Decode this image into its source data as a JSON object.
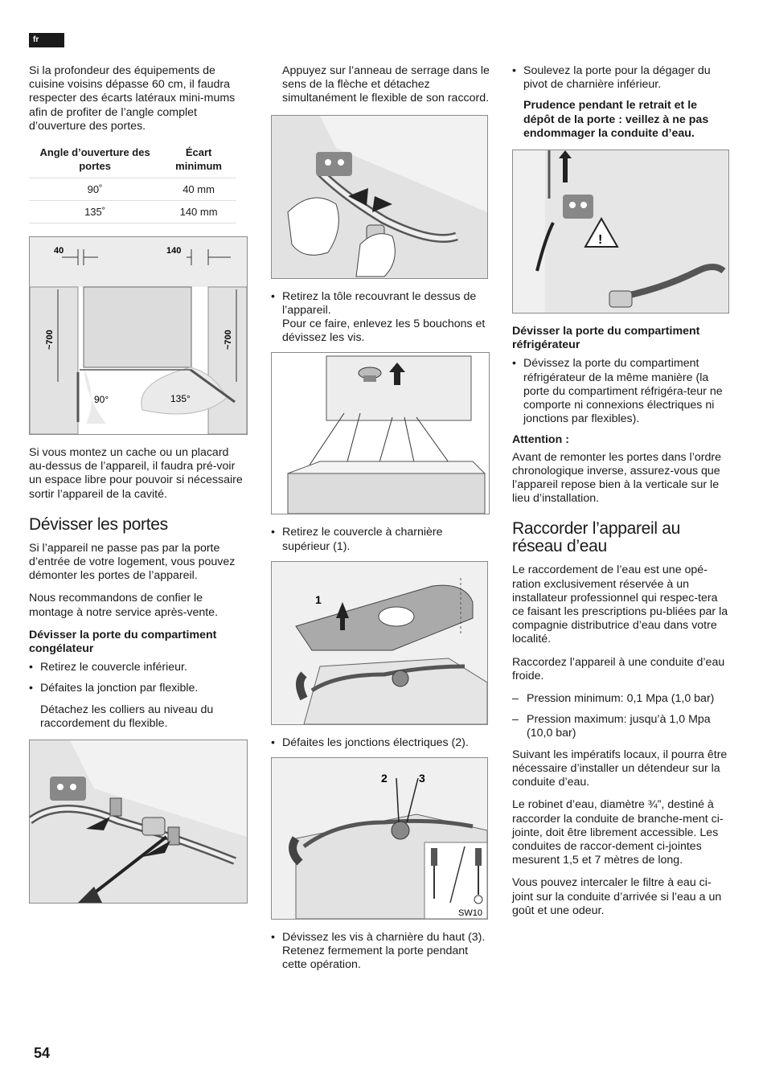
{
  "lang_tag": "fr",
  "page_number": "54",
  "col1": {
    "intro": "Si la profondeur des équipements de cuisine voisins dépasse 60 cm, il faudra respecter des écarts latéraux mini-mums afin de profiter de l’angle complet d’ouverture des portes.",
    "table": {
      "headers": [
        "Angle d’ouverture des portes",
        "Écart minimum"
      ],
      "rows": [
        [
          "90˚",
          "40 mm"
        ],
        [
          "135˚",
          "140 mm"
        ]
      ]
    },
    "fig1_labels": {
      "w1": "40",
      "w2": "140",
      "h1": "~700",
      "h2": "~700",
      "a1": "90°",
      "a2": "135°"
    },
    "para2": "Si vous montez un cache ou un placard au-dessus de l’appareil, il faudra pré-voir un espace libre pour pouvoir si nécessaire sortir l’appareil de la cavité.",
    "h_devisser": "Dévisser les portes",
    "p3": "Si l’appareil ne passe pas par la porte d’entrée de votre logement, vous pouvez démonter les portes de l’appareil.",
    "p4": "Nous recommandons de confier le montage à notre service après-vente.",
    "sub1": "Dévisser la porte du compartiment congélateur",
    "bullets": [
      "Retirez le couvercle inférieur.",
      "Défaites la jonction par flexible."
    ],
    "p5": "Détachez les colliers au niveau du raccordement du flexible."
  },
  "col2": {
    "p1": "Appuyez sur l’anneau de serrage dans le sens de la flèche et détachez simultanément le flexible de son raccord.",
    "b1": "Retirez la tôle recouvrant le dessus de l’appareil.",
    "b1_cont": "Pour ce faire, enlevez les 5 bouchons et dévissez les vis.",
    "b2": "Retirez le couvercle à charnière supérieur (1).",
    "fig_label_1": "1",
    "b3": "Défaites les jonctions électriques (2).",
    "fig_label_2": "2",
    "fig_label_3": "3",
    "fig_label_sw": "SW10",
    "b4": "Dévissez les vis à charnière du haut (3). Retenez fermement la porte pendant cette opération."
  },
  "col3": {
    "b1": "Soulevez la porte pour la dégager du pivot de charnière inférieur.",
    "warn": "Prudence pendant le retrait et le dépôt de la porte : veillez à ne pas endommager la conduite d’eau.",
    "sub1": "Dévisser la porte du compartiment réfrigérateur",
    "b2": "Dévissez la porte du compartiment réfrigérateur de la même manière (la porte du compartiment réfrigéra-teur ne comporte ni connexions électriques ni jonctions par flexibles).",
    "att_label": "Attention :",
    "att_text": "Avant de remonter les portes dans l’ordre chronologique inverse, assurez-vous que l’appareil repose bien à la verticale sur le lieu d’installation.",
    "h_raccorder": "Raccorder l’appareil au réseau d’eau",
    "p1": "Le raccordement de l’eau est une opé-ration exclusivement réservée à un installateur professionnel qui respec-tera ce faisant les prescriptions pu-bliées par la compagnie distributrice d’eau dans votre localité.",
    "p2": "Raccordez l’appareil à une conduite d’eau froide.",
    "dash": [
      "Pression minimum: 0,1 Mpa (1,0 bar)",
      "Pression maximum: jusqu’à 1,0 Mpa (10,0 bar)"
    ],
    "p3": "Suivant les impératifs locaux, il pourra être nécessaire d’installer un détendeur sur la conduite d’eau.",
    "p4": "Le robinet d’eau, diamètre ¾”, destiné à raccorder la conduite de branche-ment ci-jointe, doit être librement accessible. Les conduites de raccor-dement ci-jointes mesurent 1,5 et 7 mètres de long.",
    "p5": "Vous pouvez intercaler le filtre à eau ci-joint sur la conduite d’arrivée si l’eau a un goût et une odeur."
  }
}
